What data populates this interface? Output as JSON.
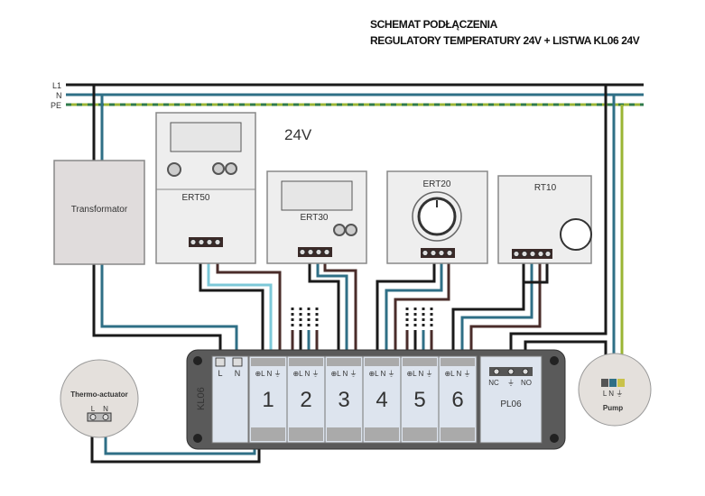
{
  "title": {
    "line1": "SCHEMAT PODŁĄCZENIA",
    "line2": "REGULATORY TEMPERATURY 24V + LISTWA KL06 24V"
  },
  "mains": {
    "l1": "L1",
    "n": "N",
    "pe": "PE"
  },
  "voltage_label": "24V",
  "transformer": "Transformator",
  "thermostats": [
    "ERT50",
    "ERT30",
    "ERT20",
    "RT10"
  ],
  "strip": {
    "name": "KL06",
    "power_l": "L",
    "power_n": "N",
    "zone_terminals": "⊕L N ⏚",
    "zones": [
      "1",
      "2",
      "3",
      "4",
      "5",
      "6"
    ],
    "pump_module": "PL06",
    "pump_terminals": [
      "NC",
      "⏚",
      "NO"
    ]
  },
  "thermo_actuator": {
    "label": "Thermo-actuator",
    "l": "L",
    "n": "N"
  },
  "pump": {
    "label": "Pump",
    "terminals": "L N ⏚"
  },
  "colors": {
    "live": "#1a1a1a",
    "neutral": "#2f6f86",
    "pe": "#9bb534",
    "signal": "#4a2c2a",
    "light_blue": "#7cc8d8"
  }
}
